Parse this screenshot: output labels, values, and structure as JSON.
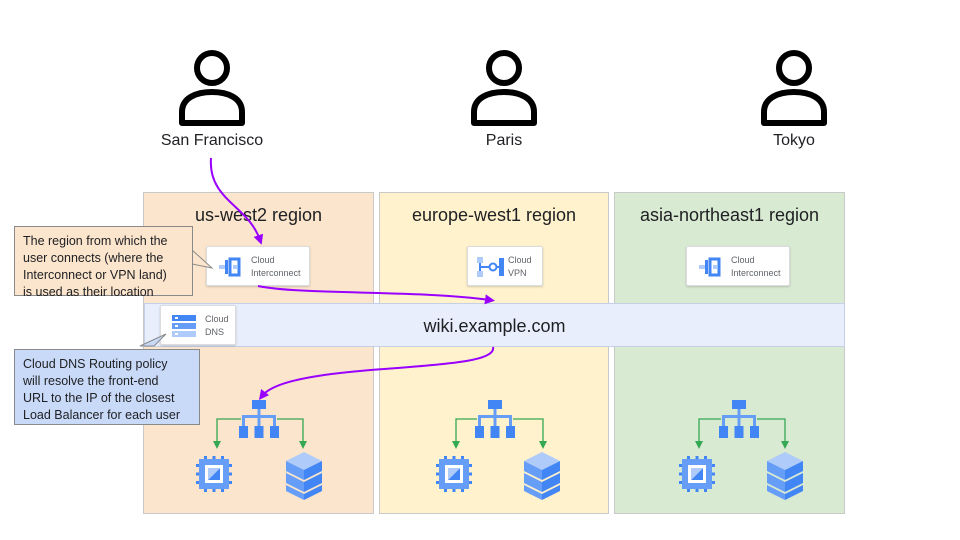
{
  "users": [
    {
      "label": "San Francisco"
    },
    {
      "label": "Paris"
    },
    {
      "label": "Tokyo"
    }
  ],
  "regions": [
    {
      "title": "us-west2 region",
      "color": "#fce5cd"
    },
    {
      "title": "europe-west1 region",
      "color": "#fff2cc"
    },
    {
      "title": "asia-northeast1 region",
      "color": "#d9ead3"
    }
  ],
  "services": {
    "interconnect_west": {
      "line1": "Cloud",
      "line2": "Interconnect",
      "icon": "cloud-interconnect-icon"
    },
    "vpn_europe": {
      "line1": "Cloud",
      "line2": "VPN",
      "icon": "cloud-vpn-icon"
    },
    "interconnect_asia": {
      "line1": "Cloud",
      "line2": "Interconnect",
      "icon": "cloud-interconnect-icon"
    },
    "dns": {
      "line1": "Cloud",
      "line2": "DNS",
      "icon": "cloud-dns-icon"
    }
  },
  "dns_band": {
    "url": "wiki.example.com",
    "color": "#e8eefb"
  },
  "callouts": {
    "region_note": {
      "lines": [
        "The region from which the",
        "user connects (where the",
        "Interconnect or VPN land)",
        "is used as their location"
      ],
      "color": "#fce5cd"
    },
    "dns_note": {
      "lines": [
        "Cloud DNS Routing policy",
        "will resolve the front-end",
        "URL to the IP of the closest",
        "Load Balancer for each user"
      ],
      "color": "#c9daf8"
    }
  },
  "colors": {
    "flow_arrow": "#9900ff",
    "backend_arrow": "#34a853",
    "gcp_blue": "#4285f4",
    "gcp_light_blue": "#aecbfa"
  },
  "icons": {
    "user": "user-icon",
    "load_balancer": "load-balancer-icon",
    "compute": "compute-engine-icon",
    "database": "database-icon"
  }
}
